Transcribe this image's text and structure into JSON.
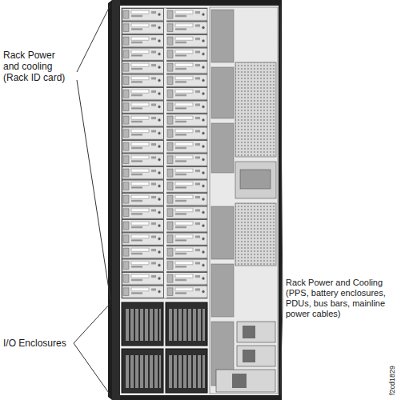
{
  "diagram": {
    "labels": [
      "Rack Power and cooling (Rack ID card)",
      "I/O Enclosures",
      "Rack Power and Cooling (PPS, battery enclosures, PDUs, bus bars, mainline power cables)",
      "f2cd1829"
    ]
  }
}
